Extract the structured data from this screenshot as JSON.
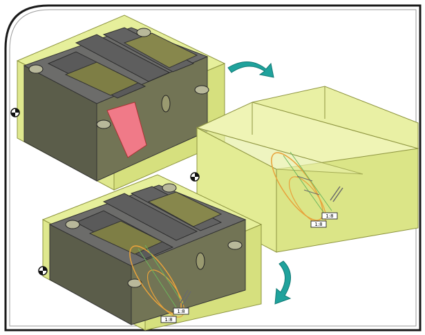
{
  "figure": {
    "panels": [
      {
        "name": "top-left-machined-part"
      },
      {
        "name": "right-stock-block-with-toolpath"
      },
      {
        "name": "bottom-machined-part-with-toolpath"
      }
    ],
    "toolpath_tags": {
      "right": [
        "1:8",
        "1:8"
      ],
      "bottom": [
        "1:8",
        "1:8"
      ]
    },
    "colors": {
      "frame": "#1a1a1a",
      "translucent_stock": "#e6ef9b",
      "stock_edge": "#8e9540",
      "part_gray": "#606060",
      "part_dark": "#3f403b",
      "olive": "#87874c",
      "highlight": "#f07a88",
      "arrow": "#1fa29c",
      "toolpath": "#e8a23b",
      "toolpath_green": "#6db65c"
    },
    "icons": [
      "teal-curved-arrow-icon",
      "teal-curved-arrow-icon",
      "origin-marker-icon",
      "origin-marker-icon",
      "origin-marker-icon"
    ]
  }
}
